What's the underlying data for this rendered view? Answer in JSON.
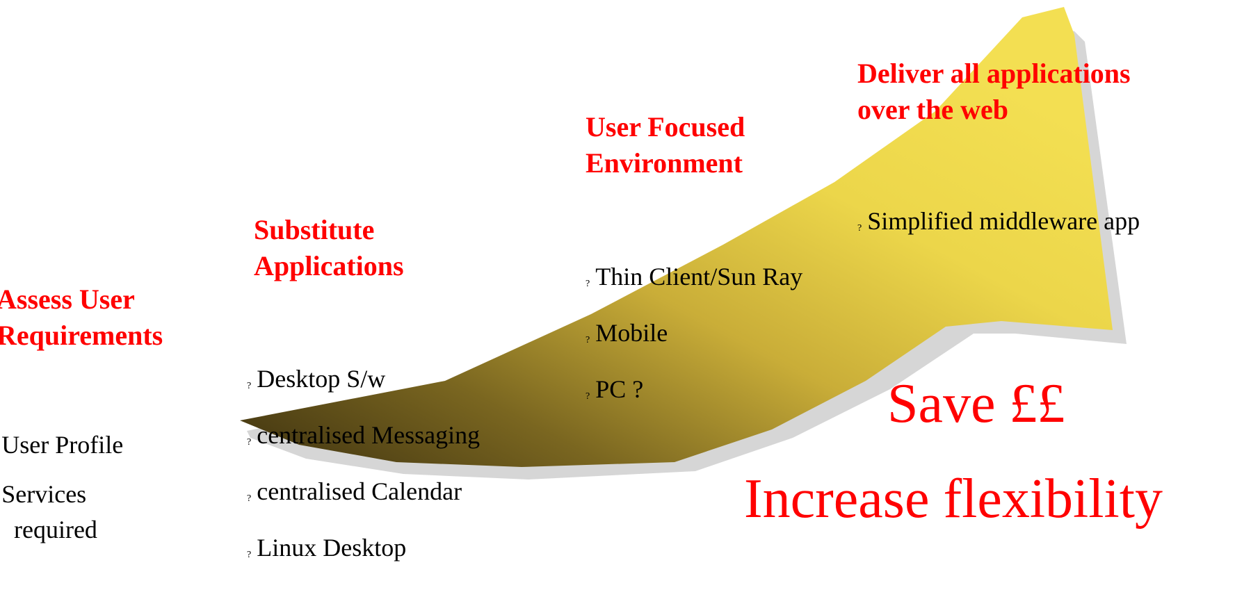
{
  "steps": [
    {
      "title_lines": [
        "Assess User",
        "Requirements"
      ],
      "bullets": [
        {
          "text": "User Profile"
        },
        {
          "text": "Services",
          "text2": "required"
        }
      ]
    },
    {
      "title_lines": [
        "Substitute",
        "Applications"
      ],
      "bullets": [
        "Desktop S/w",
        "centralised Messaging",
        "centralised Calendar",
        "Linux Desktop"
      ]
    },
    {
      "title_lines": [
        "User Focused",
        "Environment"
      ],
      "bullets": [
        "Thin Client/Sun Ray",
        "Mobile",
        "PC ?"
      ]
    },
    {
      "title_lines": [
        "Deliver all applications",
        "over the web"
      ],
      "bullets": [
        "Simplified middleware app"
      ]
    }
  ],
  "bullet_glyph": "?",
  "outcomes": [
    "Save ££",
    "Increase flexibility"
  ],
  "colors": {
    "title": "#ff0000",
    "arrow_dark": "#4a3c12",
    "arrow_light": "#f2dd50",
    "arrow_shadow": "#d8d8d8"
  }
}
